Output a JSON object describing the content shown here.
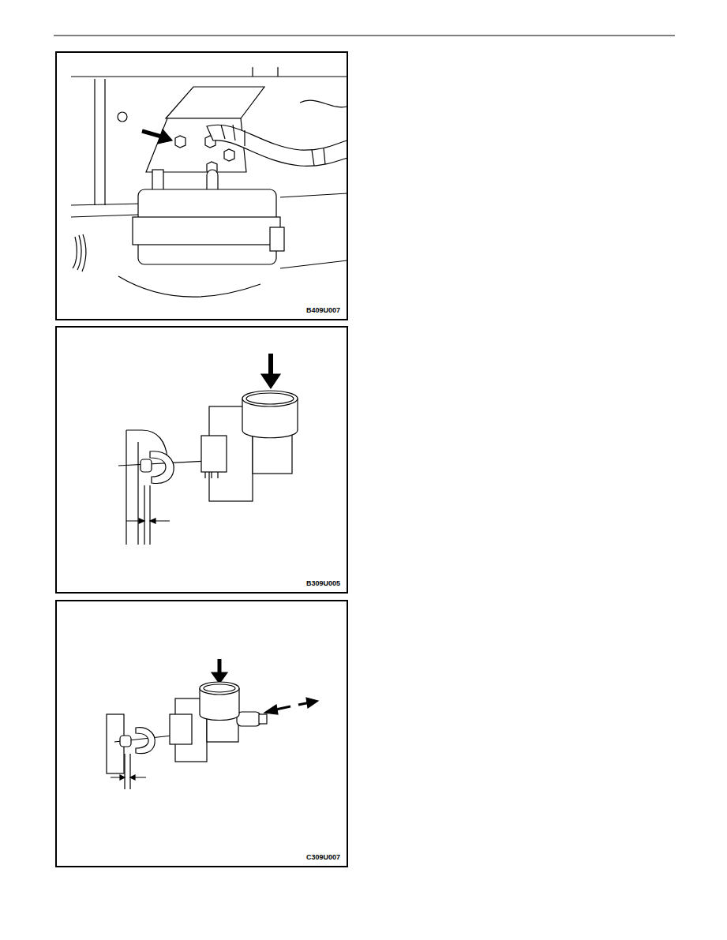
{
  "diagram": {
    "nodes": [
      {
        "text": [
          "B409U007"
        ]
      },
      {
        "text": [
          "B309U005"
        ]
      },
      {
        "text": [
          "C309U007"
        ]
      }
    ]
  }
}
